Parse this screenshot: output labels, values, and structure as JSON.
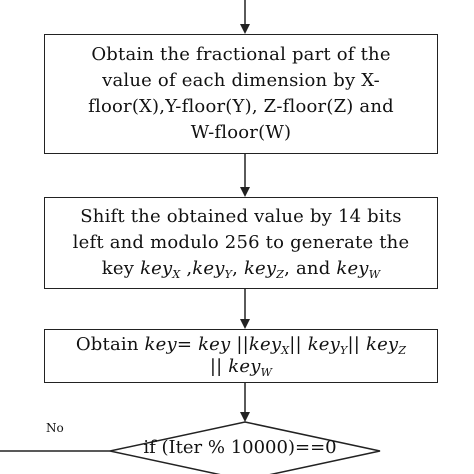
{
  "steps": {
    "fractional": {
      "line1": "Obtain the fractional part of the",
      "line2": "value of each dimension by X-",
      "line3": "floor(X),Y-floor(Y), Z-floor(Z) and",
      "line4": "W-floor(W)"
    },
    "shift": {
      "line1": "Shift the obtained value by 14 bits",
      "line2": "left and modulo 256  to generate the",
      "line3_prefix": "key ",
      "key_base": "key",
      "sub_x": "X",
      "sep1": " ,",
      "sub_y": "Y",
      "sep2": ", ",
      "sub_z": "Z",
      "sep3": ", and ",
      "sub_w": "W"
    },
    "combine": {
      "prefix": "Obtain ",
      "key_eq": "key= key",
      "bars1": " ||",
      "key_base": "key",
      "sub_x": "X",
      "bars2": "|| ",
      "sub_y": "Y",
      "bars3": "|| ",
      "sub_z": "Z",
      "bars4": "|| ",
      "sub_w": "W"
    }
  },
  "decision": {
    "condition": "if (Iter % 10000)==0",
    "no_label": "No"
  },
  "colors": {
    "stroke": "#222222",
    "background": "#ffffff"
  }
}
